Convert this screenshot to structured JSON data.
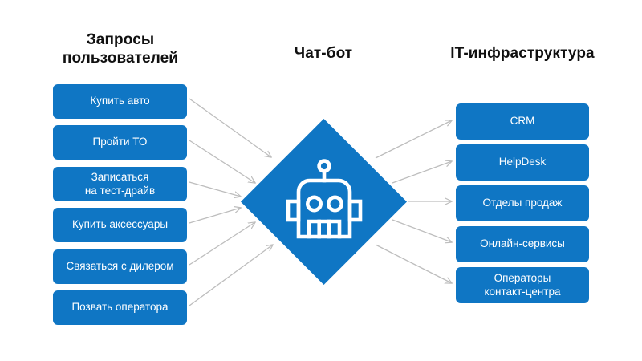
{
  "diagram": {
    "title": "Chat-bot routing diagram",
    "accent_color": "#0f76c4",
    "arrow_color": "#bdbdbd",
    "heading_color": "#101010",
    "box_text_color": "#ffffff",
    "background_color": "#ffffff"
  },
  "columns": {
    "left": {
      "heading": "Запросы\nпользователей",
      "items": [
        {
          "label": "Купить авто"
        },
        {
          "label": "Пройти ТО"
        },
        {
          "label": "Записаться\nна тест-драйв"
        },
        {
          "label": "Купить аксессуары"
        },
        {
          "label": "Связаться с дилером"
        },
        {
          "label": "Позвать оператора"
        }
      ]
    },
    "middle": {
      "heading": "Чат-бот",
      "icon": "robot-icon",
      "shape": "diamond"
    },
    "right": {
      "heading": "IT-инфраструктура",
      "items": [
        {
          "label": "CRM"
        },
        {
          "label": "HelpDesk"
        },
        {
          "label": "Отделы продаж"
        },
        {
          "label": "Онлайн-сервисы"
        },
        {
          "label": "Операторы\nконтакт-центра"
        }
      ]
    }
  },
  "connections": {
    "inbound_count": 6,
    "outbound_count": 5,
    "inbound_direction": "left-to-center",
    "outbound_direction": "center-to-right"
  }
}
